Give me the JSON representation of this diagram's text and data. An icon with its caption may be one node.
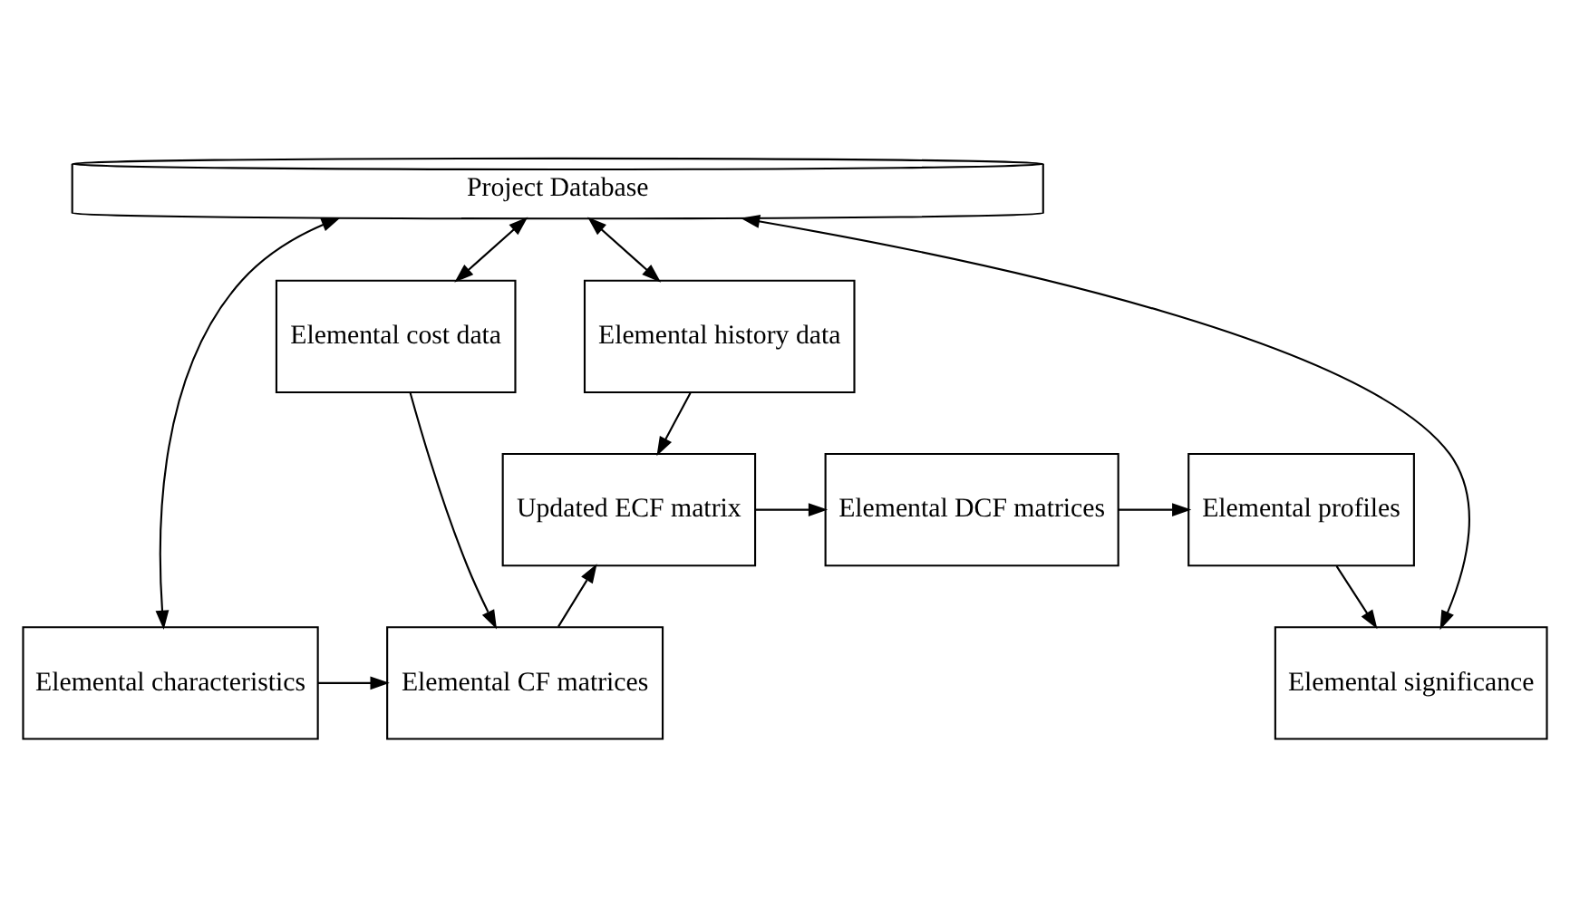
{
  "diagram": {
    "nodes": [
      {
        "text": [
          "Project Database"
        ]
      },
      {
        "text": [
          "Elemental history data"
        ]
      },
      {
        "text": [
          "Elemental cost data"
        ]
      },
      {
        "text": [
          "Elemental CF matrices"
        ]
      },
      {
        "text": [
          "Elemental characteristics"
        ]
      },
      {
        "text": [
          "Elemental significance"
        ]
      },
      {
        "text": [
          "Updated ECF matrix"
        ]
      },
      {
        "text": [
          "Elemental DCF matrices"
        ]
      },
      {
        "text": [
          "Elemental profiles"
        ]
      }
    ],
    "edges": [
      {
        "from": 0,
        "to": 1,
        "arrow": "both"
      },
      {
        "from": 0,
        "to": 2,
        "arrow": "both"
      },
      {
        "from": 0,
        "to": 4,
        "arrow": "both"
      },
      {
        "from": 0,
        "to": 5,
        "arrow": "both"
      },
      {
        "from": 2,
        "to": 3,
        "arrow": "to"
      },
      {
        "from": 4,
        "to": 3,
        "arrow": "to"
      },
      {
        "from": 3,
        "to": 6,
        "arrow": "to"
      },
      {
        "from": 1,
        "to": 6,
        "arrow": "to"
      },
      {
        "from": 6,
        "to": 7,
        "arrow": "to"
      },
      {
        "from": 7,
        "to": 8,
        "arrow": "to"
      },
      {
        "from": 8,
        "to": 5,
        "arrow": "to"
      }
    ]
  }
}
